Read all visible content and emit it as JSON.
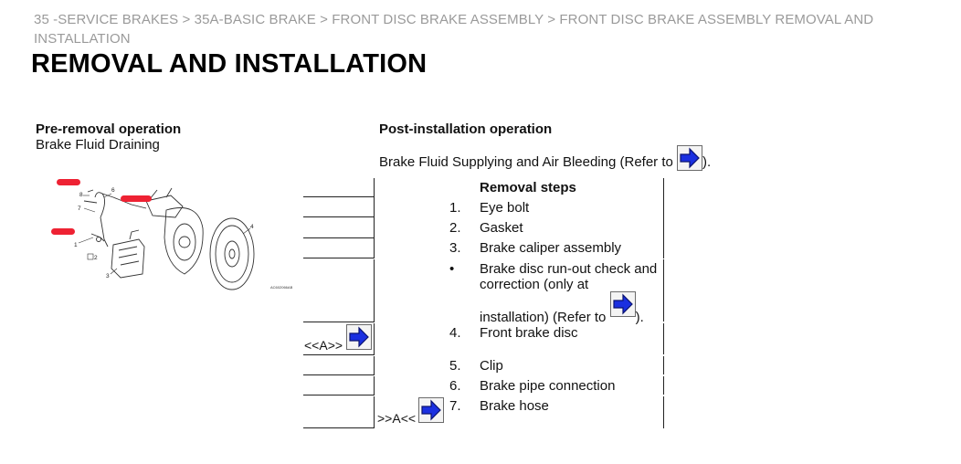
{
  "breadcrumb": "35 -SERVICE BRAKES > 35A-BASIC BRAKE > FRONT DISC BRAKE ASSEMBLY > FRONT DISC BRAKE ASSEMBLY REMOVAL AND INSTALLATION",
  "title": "REMOVAL AND INSTALLATION",
  "pre_removal": {
    "heading": "Pre-removal operation",
    "text": "Brake Fluid Draining"
  },
  "post_installation": {
    "heading": "Post-installation operation",
    "text": "Brake Fluid Supplying and Air Bleeding (Refer to",
    "text_after": ")."
  },
  "diagram": {
    "callouts": [
      "1",
      "2",
      "3",
      "4",
      "6",
      "7",
      "8"
    ],
    "code": "AC602066AB"
  },
  "removal_steps": {
    "heading": "Removal steps",
    "items": [
      {
        "num": "1.",
        "text": "Eye bolt"
      },
      {
        "num": "2.",
        "text": "Gasket"
      },
      {
        "num": "3.",
        "text": "Brake caliper assembly"
      },
      {
        "num": "•",
        "text": "Brake disc run-out check and correction (only at",
        "text2": "installation) (Refer to",
        "text_after": ")."
      },
      {
        "num": "4.",
        "text": "Front brake disc"
      },
      {
        "num": "5.",
        "text": "Clip"
      },
      {
        "num": "6.",
        "text": "Brake pipe connection"
      },
      {
        "num": "7.",
        "text": "Brake hose"
      }
    ]
  },
  "markers": {
    "removal_a": "<<A>>",
    "install_a": ">>A<<"
  },
  "icons": {
    "ref": "arrow-right-icon"
  },
  "colors": {
    "arrow": "#1a2fe0",
    "breadcrumb": "#9a9a9a",
    "redaction": "#ee2233"
  }
}
